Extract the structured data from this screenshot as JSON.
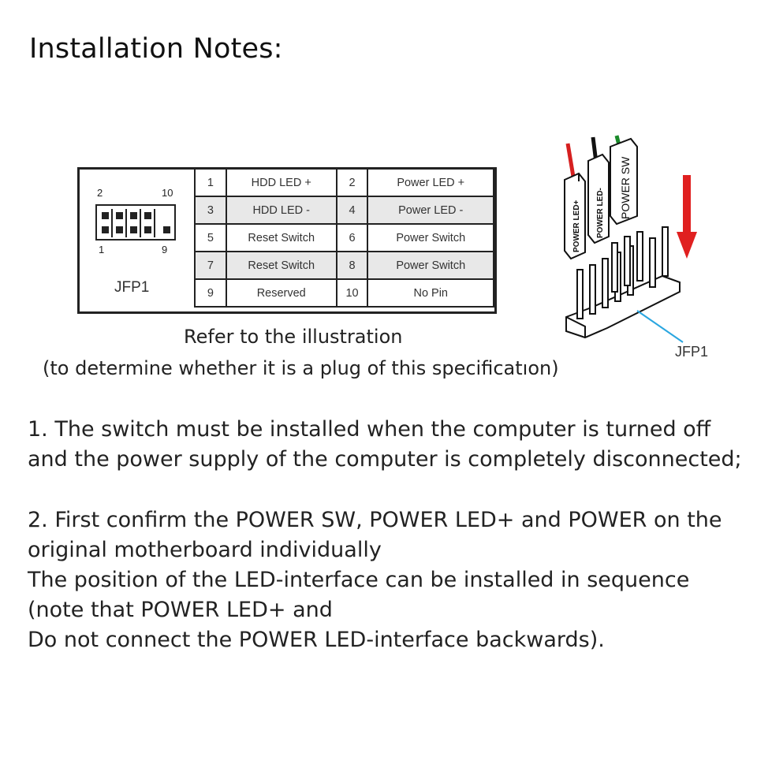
{
  "title": "Installation Notes:",
  "header": {
    "top_left": "2",
    "top_right": "10",
    "bottom_left": "1",
    "bottom_right": "9",
    "name": "JFP1"
  },
  "pin_table": [
    {
      "pin_a": "1",
      "func_a": "HDD LED +",
      "pin_b": "2",
      "func_b": "Power LED +"
    },
    {
      "pin_a": "3",
      "func_a": "HDD LED -",
      "pin_b": "4",
      "func_b": "Power LED -"
    },
    {
      "pin_a": "5",
      "func_a": "Reset Switch",
      "pin_b": "6",
      "func_b": "Power Switch"
    },
    {
      "pin_a": "7",
      "func_a": "Reset Switch",
      "pin_b": "8",
      "func_b": "Power Switch"
    },
    {
      "pin_a": "9",
      "func_a": "Reserved",
      "pin_b": "10",
      "func_b": "No Pin"
    }
  ],
  "caption": {
    "line1": "Refer to the illustration",
    "line2": "(to determine whether it is a plug of this specificatıon)"
  },
  "illustration": {
    "plug1": "POWER LED+",
    "plug2": "POWER LED-",
    "plug3": "POWER SW",
    "header_label": "JFP1",
    "wire_colors": {
      "plug1": "#d62020",
      "plug2": "#111111",
      "plug3": "#1a8a2a"
    },
    "arrow_color": "#e02020",
    "label_line_color": "#2aa6e0"
  },
  "notes": {
    "note1_line1": "1. The switch must be installed when the computer is turned off",
    "note1_line2": "and the power supply of the computer is completely disconnected;",
    "note2_line1": "2. First confirm the POWER SW, POWER LED+ and POWER on the",
    "note2_line2": "original motherboard individually",
    "note2_line3": "The position of the LED-interface can be installed in sequence",
    "note2_line4": "(note that POWER LED+ and",
    "note2_line5": "Do not connect the POWER LED-interface backwards)."
  }
}
